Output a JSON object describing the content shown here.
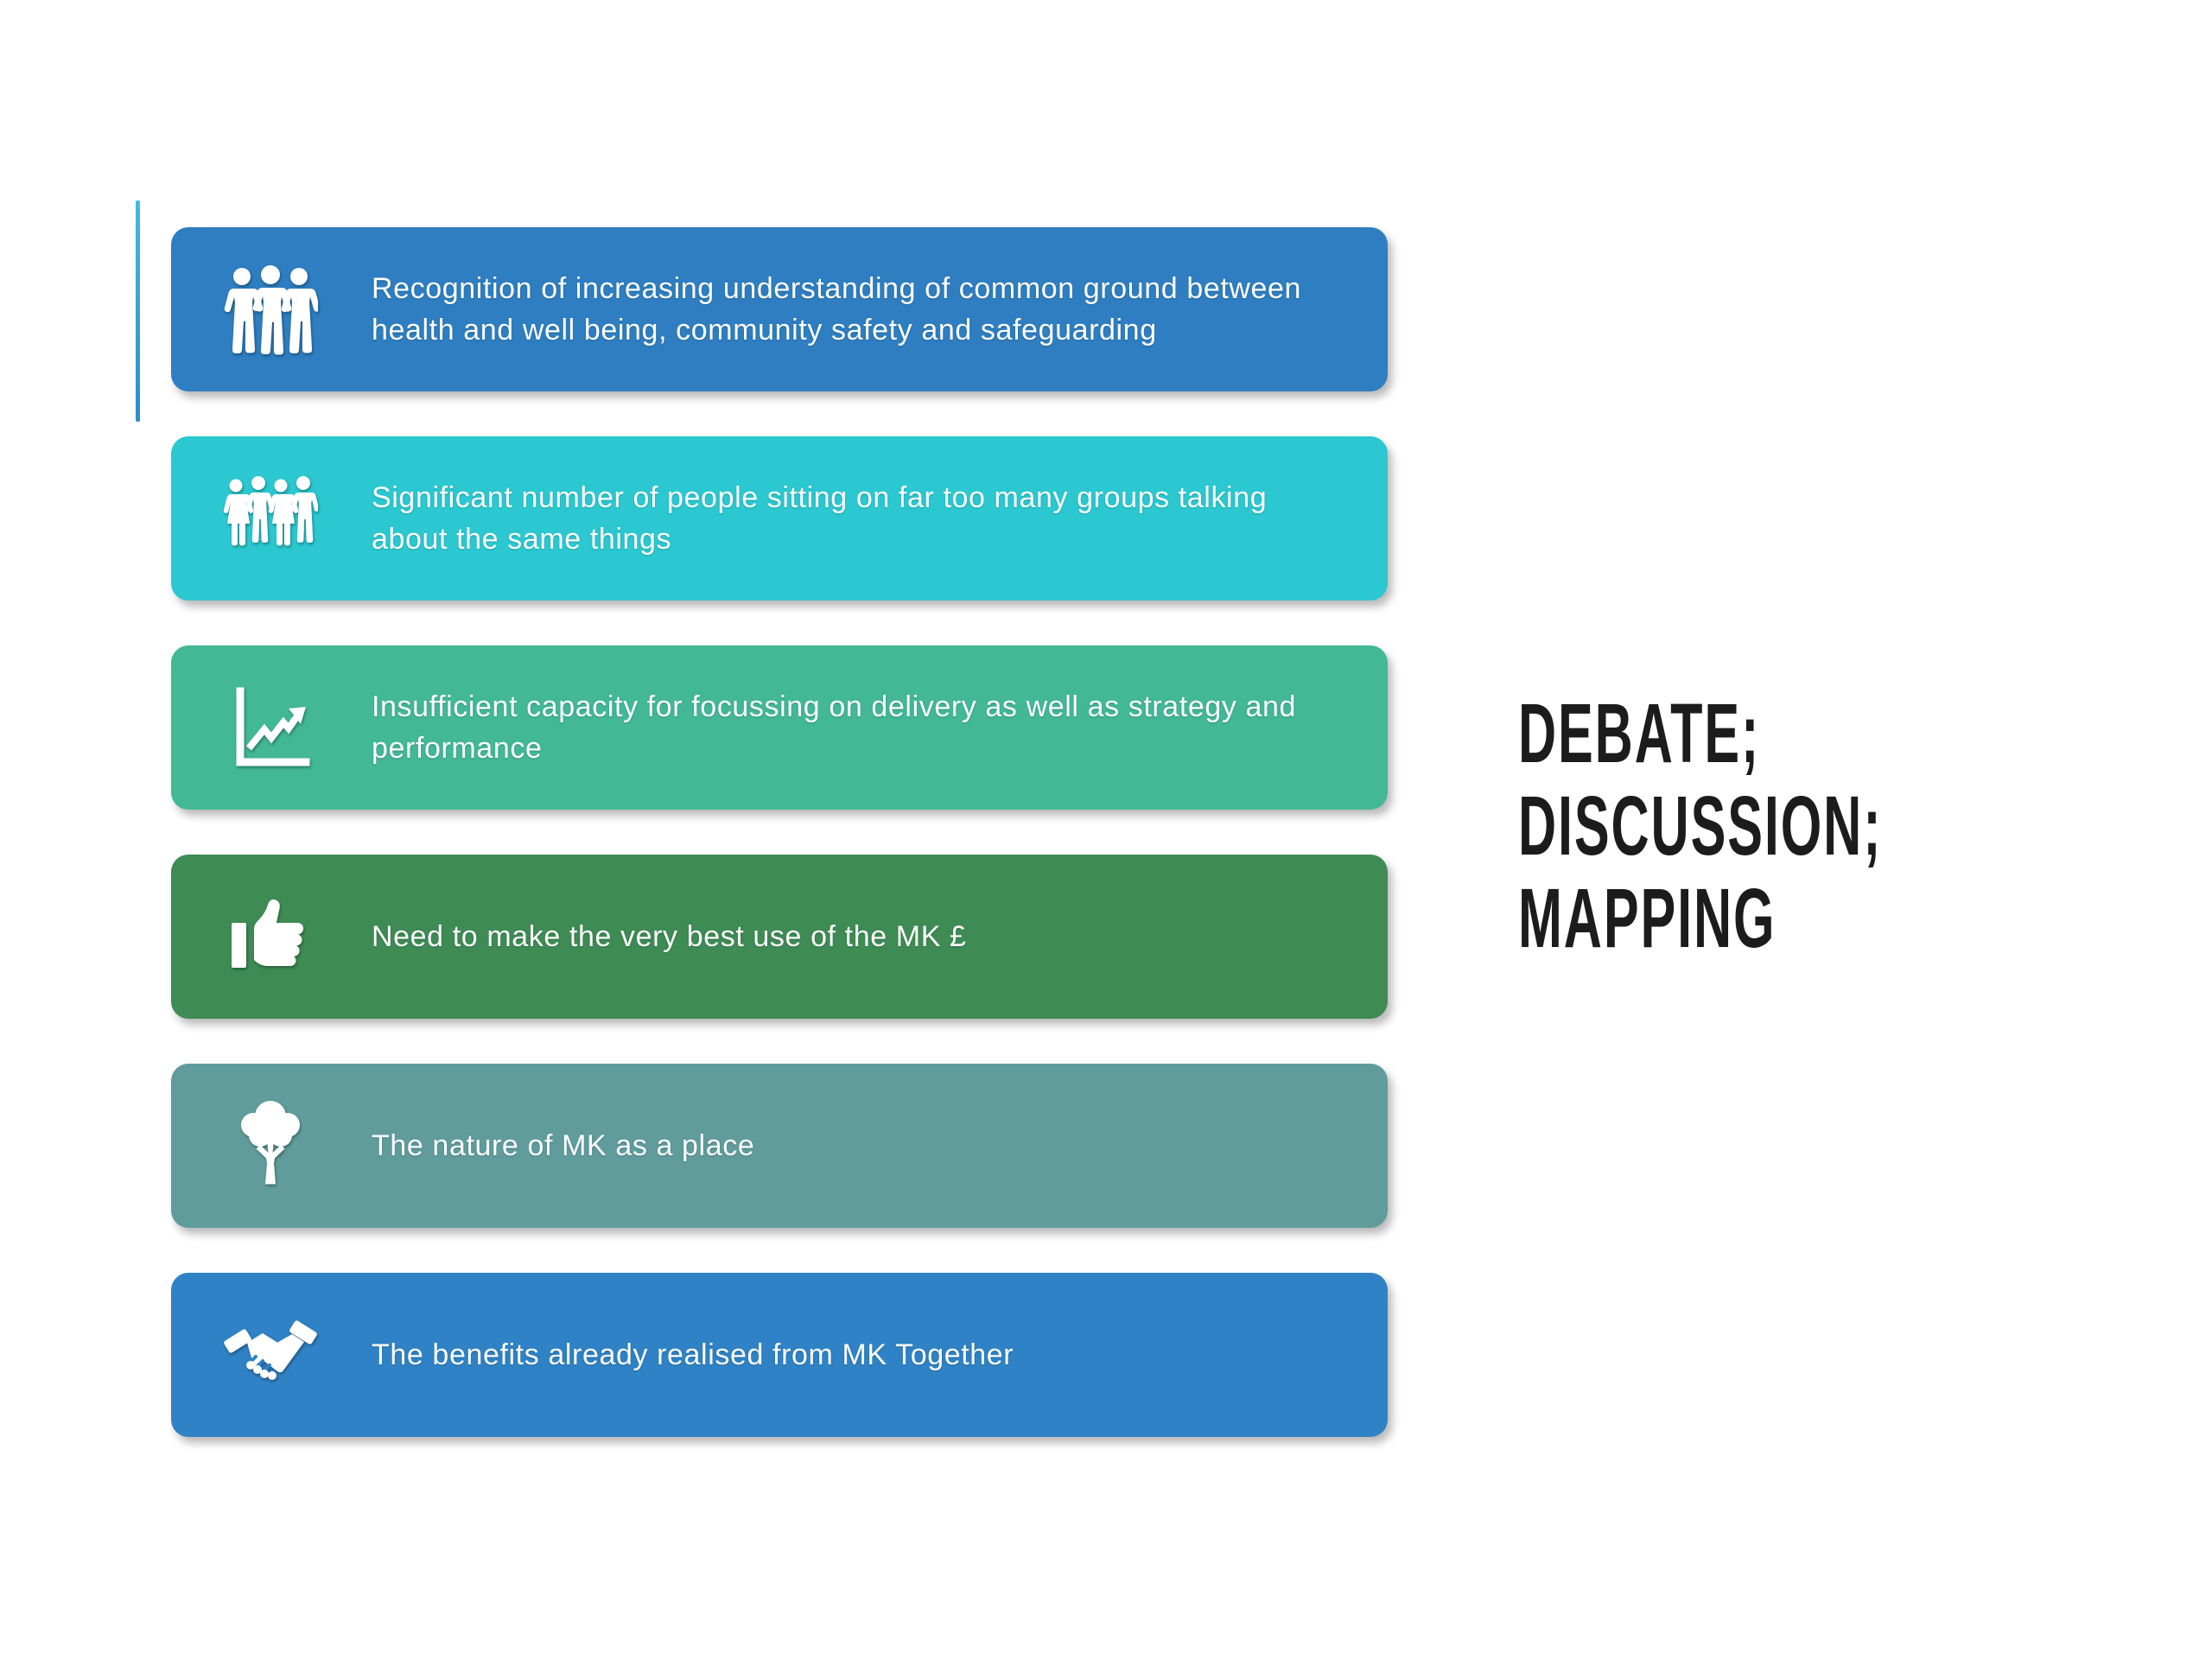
{
  "slide": {
    "background_color": "#ffffff",
    "title": {
      "lines": [
        "DEBATE;",
        "DISCUSSION;",
        "MAPPING"
      ],
      "color": "#1c1c1c"
    },
    "accent_line_color_top": "#45b8e0",
    "accent_line_color_bottom": "#2b90c4"
  },
  "list": {
    "items": [
      {
        "icon": "three-people-icon",
        "color": "#2e7ec1",
        "text": "Recognition of increasing understanding of common ground between health and well being, community safety and safeguarding"
      },
      {
        "icon": "four-people-icon",
        "color": "#2bc8d1",
        "text": "Significant number of people sitting on far too many groups talking about the same things"
      },
      {
        "icon": "growth-chart-icon",
        "color": "#42b894",
        "text": "Insufficient capacity for focussing on delivery as well as strategy and performance"
      },
      {
        "icon": "thumbs-up-icon",
        "color": "#3e8b54",
        "text": "Need to make the very best use of the MK £"
      },
      {
        "icon": "tree-icon",
        "color": "#609c9c",
        "text": "The nature of MK as a place"
      },
      {
        "icon": "handshake-icon",
        "color": "#2f82c5",
        "text": "The benefits already realised from MK Together"
      }
    ]
  }
}
